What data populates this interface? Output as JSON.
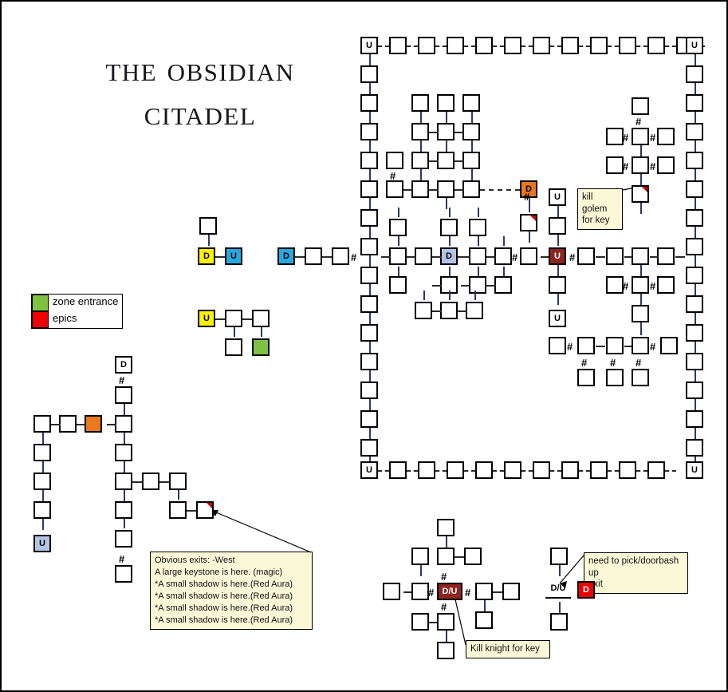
{
  "title": {
    "line1": "The Obsidian",
    "line2": "Citadel"
  },
  "legend": {
    "items": [
      {
        "label": "zone entrance",
        "color": "#7fc241",
        "key": "zone-entrance"
      },
      {
        "label": "epics",
        "color": "#ee0000",
        "key": "epics"
      }
    ]
  },
  "notes": [
    {
      "id": "exits-note",
      "lines": [
        "Obvious exits: -West",
        "A large keystone is here. (magic)",
        "*A small shadow is here.(Red Aura)",
        "*A small shadow is here.(Red Aura)",
        "*A small shadow is here.(Red Aura)",
        "*A small shadow is here.(Red Aura)"
      ]
    },
    {
      "id": "golem-note",
      "lines": [
        "kill golem",
        "for key"
      ]
    },
    {
      "id": "knight-note",
      "lines": [
        "Kill knight for key"
      ]
    },
    {
      "id": "pick-note",
      "lines": [
        "need to pick/doorbash up",
        "exit"
      ]
    }
  ],
  "room_labels": {
    "up": "U",
    "down": "D",
    "down_up": "D/U",
    "door": "#"
  },
  "colors": {
    "yellow": "#fff200",
    "cyan": "#29a8df",
    "periwinkle": "#b4c4e4",
    "darkred": "#8d2420",
    "orange": "#e8791e",
    "green": "#7fc241",
    "red": "#ee0000",
    "room_border": "#000000",
    "link": "#2a2a2a"
  },
  "map": {
    "name": "dungeon-map",
    "room_count_note": "rooms drawn as squares; U = up exit, D = down exit, D/U = down and up exits, # = closed door between rooms"
  }
}
